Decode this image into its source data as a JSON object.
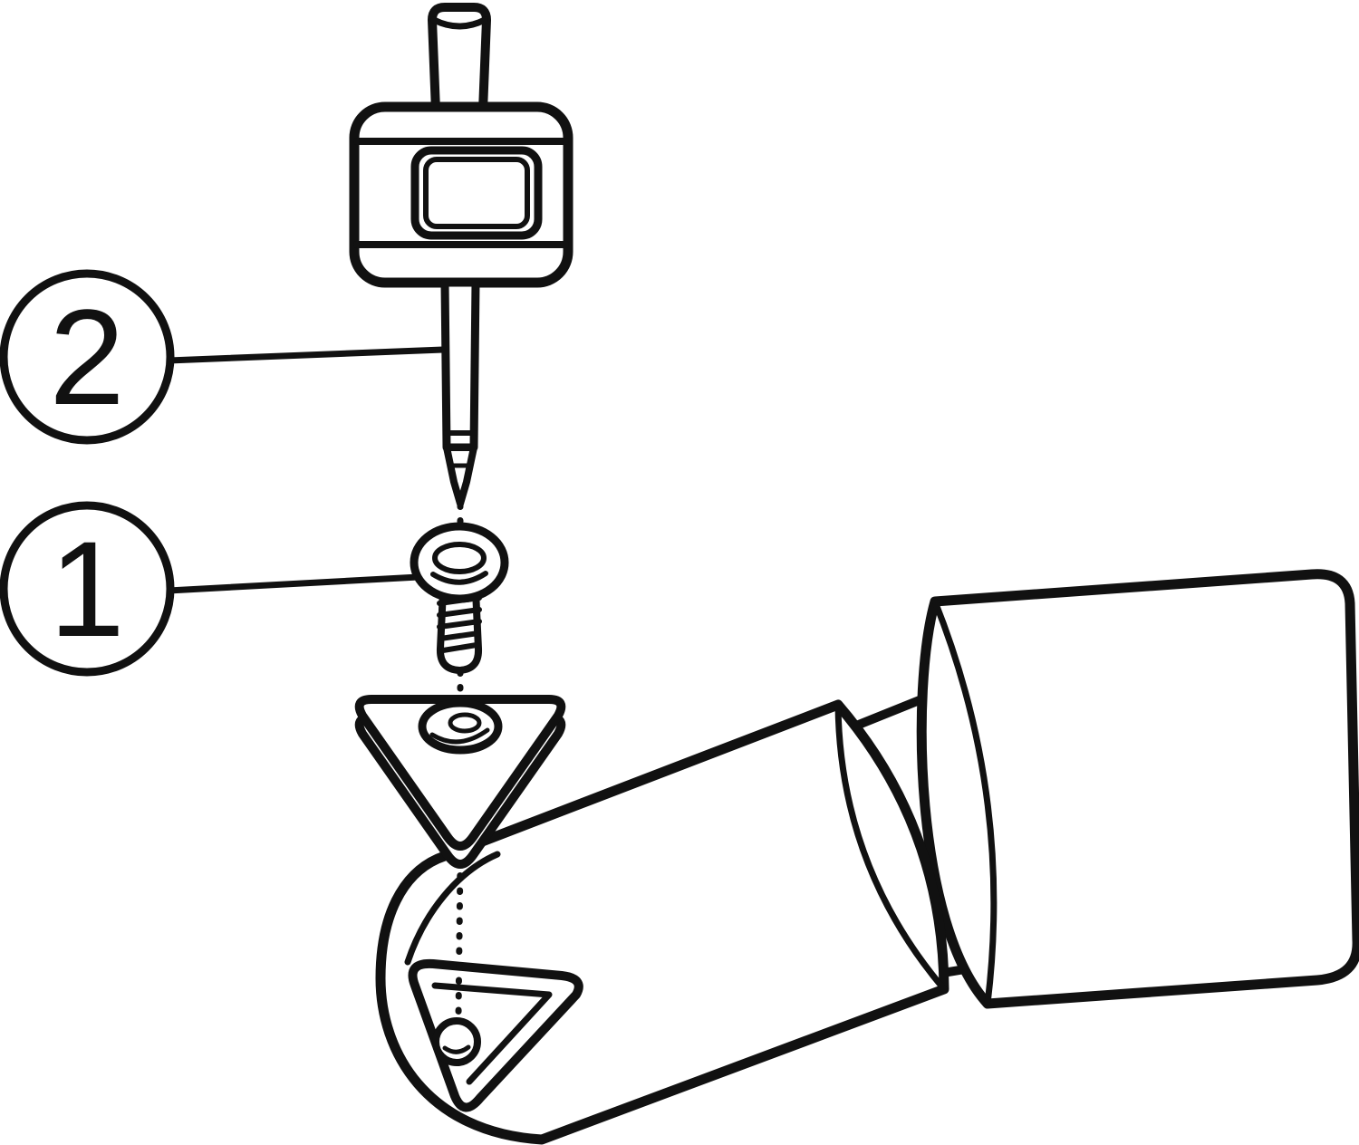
{
  "colors": {
    "background": "#ffffff",
    "line": "#111111"
  },
  "callouts": [
    {
      "label": "1"
    },
    {
      "label": "2"
    }
  ],
  "parts": [
    "torque-key",
    "insert-clamp-screw",
    "triangular-insert",
    "boring-bar-tool"
  ]
}
